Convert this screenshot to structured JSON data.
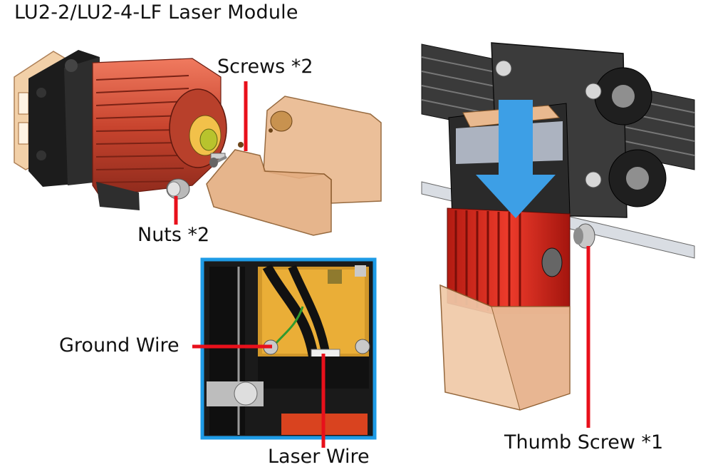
{
  "title": "LU2-2/LU2-4-LF Laser Module",
  "labels": {
    "screws": "Screws *2",
    "nuts": "Nuts *2",
    "ground_wire": "Ground Wire",
    "laser_wire": "Laser Wire",
    "thumb_screw": "Thumb Screw *1"
  },
  "colors": {
    "leader_line": "#e8101b",
    "inset_border": "#1e9be6",
    "arrow": "#3d9fe6",
    "heatsink": "#c8442e",
    "shield": "#e9b98f"
  },
  "icons": [
    "laser-module-illustration",
    "mounted-module-illustration",
    "wiring-photo",
    "down-arrow-icon"
  ]
}
